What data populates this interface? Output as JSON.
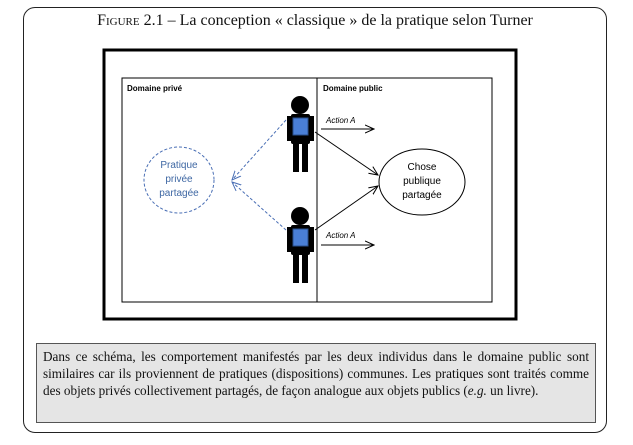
{
  "caption": {
    "label": "Figure 2.1",
    "separator": " – ",
    "text": "La conception « classique » de la pratique selon Turner"
  },
  "diagram": {
    "private_domain_label": "Domaine privé",
    "public_domain_label": "Domaine public",
    "private_practice": [
      "Pratique",
      "privée",
      "partagée"
    ],
    "public_thing": [
      "Chose",
      "publique",
      "partagée"
    ],
    "action_top": "Action A",
    "action_bottom": "Action A",
    "colors": {
      "person": "#000000",
      "person_badge": "#4a7fd6",
      "private_practice_text": "#3e67a3",
      "dashed_line": "#4a6fb5"
    }
  },
  "note": {
    "before_eg": "Dans ce schéma, les comportement manifestés par les deux individus dans le domaine public sont similaires car ils proviennent de pratiques (dispositions) communes. Les pratiques sont traités comme des objets privés collectivement partagés, de façon analogue aux objets publics (",
    "eg": "e.g.",
    "after_eg": " un livre)."
  }
}
